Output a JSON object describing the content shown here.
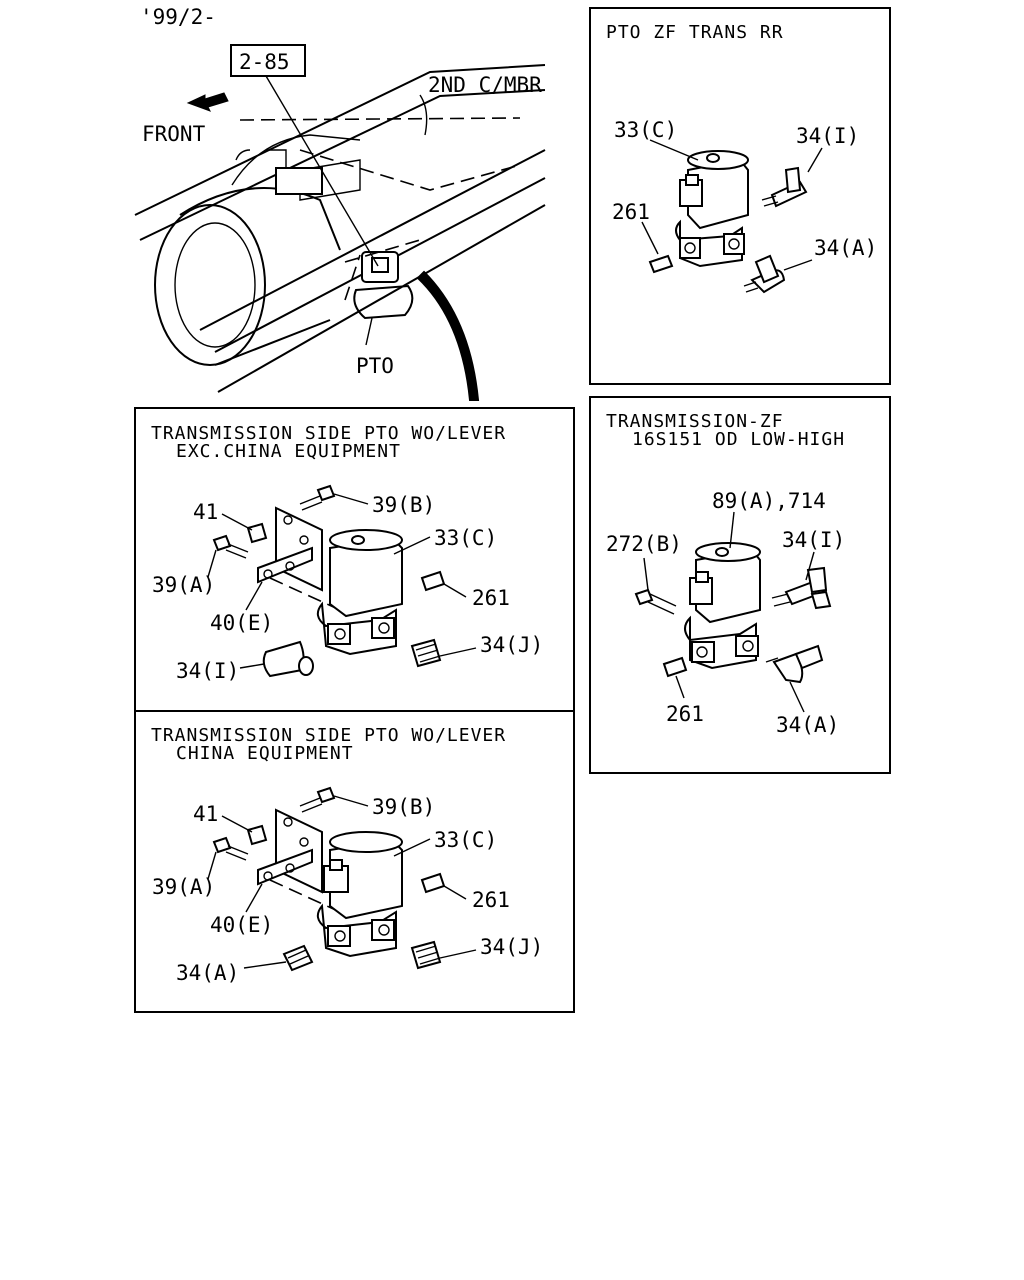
{
  "header": {
    "date_code": "'99/2-",
    "ref_box": "2-85",
    "front_label": "FRONT",
    "member_label": "2ND C/MBR",
    "pto_label": "PTO"
  },
  "panels": {
    "pto_zf_trans_rr": {
      "title": "PTO ZF TRANS RR",
      "callouts": {
        "c1": "33(C)",
        "c2": "34(I)",
        "c3": "261",
        "c4": "34(A)"
      }
    },
    "transmission_zf": {
      "title_line1": "TRANSMISSION-ZF",
      "title_line2": "16S151 OD LOW-HIGH",
      "callouts": {
        "c1": "89(A),714",
        "c2": "272(B)",
        "c3": "34(I)",
        "c4": "261",
        "c5": "34(A)"
      }
    },
    "side_pto_exc_china": {
      "title_line1": "TRANSMISSION SIDE PTO WO/LEVER",
      "title_line2": "EXC.CHINA EQUIPMENT",
      "callouts": {
        "c1": "41",
        "c2": "39(B)",
        "c3": "33(C)",
        "c4": "39(A)",
        "c5": "261",
        "c6": "40(E)",
        "c7": "34(J)",
        "c8": "34(I)"
      }
    },
    "side_pto_china": {
      "title_line1": "TRANSMISSION SIDE PTO WO/LEVER",
      "title_line2": "CHINA EQUIPMENT",
      "callouts": {
        "c1": "41",
        "c2": "39(B)",
        "c3": "33(C)",
        "c4": "39(A)",
        "c5": "261",
        "c6": "40(E)",
        "c7": "34(J)",
        "c8": "34(A)"
      }
    }
  }
}
